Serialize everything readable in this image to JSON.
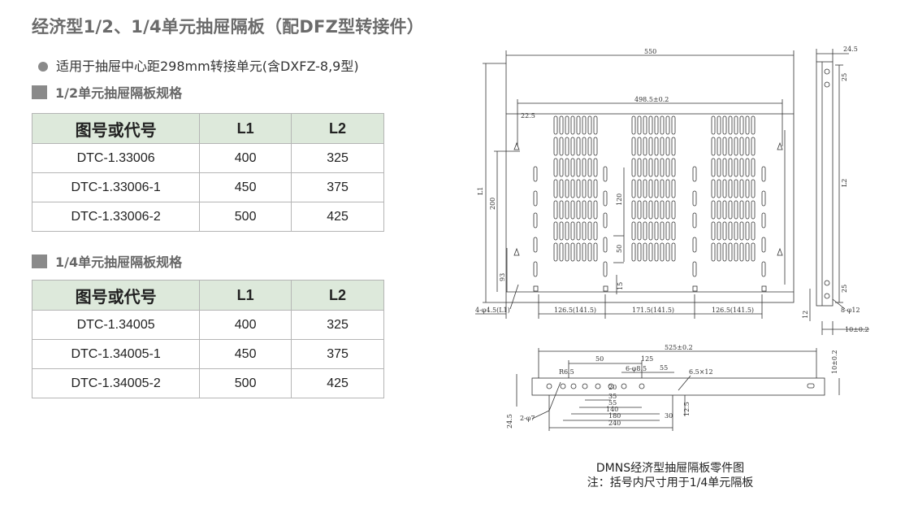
{
  "title": "经济型1/2、1/4单元抽屉隔板（配DFZ型转接件）",
  "bullet": "适用于抽屉中心距298mm转接单元(含DXFZ-8,9型)",
  "table1": {
    "heading": "1/2单元抽屉隔板规格",
    "headers": [
      "图号或代号",
      "L1",
      "L2"
    ],
    "rows": [
      [
        "DTC-1.33006",
        "400",
        "325"
      ],
      [
        "DTC-1.33006-1",
        "450",
        "375"
      ],
      [
        "DTC-1.33006-2",
        "500",
        "425"
      ]
    ]
  },
  "table2": {
    "heading": "1/4单元抽屉隔板规格",
    "headers": [
      "图号或代号",
      "L1",
      "L2"
    ],
    "rows": [
      [
        "DTC-1.34005",
        "400",
        "325"
      ],
      [
        "DTC-1.34005-1",
        "450",
        "375"
      ],
      [
        "DTC-1.34005-2",
        "500",
        "425"
      ]
    ]
  },
  "drawing": {
    "dims": {
      "overall_width": "550",
      "inner_width": "498.5±0.2",
      "left_offset": "22.5",
      "side_width": "24.5",
      "height_l1": "L1",
      "dim_200": "200",
      "dim_93": "93",
      "dim_120": "120",
      "dim_50": "50",
      "dim_15": "15",
      "hole_left": "4-φ4.5(L1)",
      "span1": "126.5(141.5)",
      "span2": "171.5(141.5)",
      "span3": "126.5(141.5)",
      "side_25a": "25",
      "side_l2": "L2",
      "side_25b": "25",
      "side_12": "12",
      "side_holes": "8-φ12",
      "side_10": "10±0.2",
      "bot_525": "525±0.2",
      "bot_125": "125",
      "bot_50": "50",
      "bot_55": "55",
      "bot_holes6": "6-φ8.5",
      "bot_slot": "6.5×12",
      "bot_r": "R6.5",
      "bot_20": "20",
      "bot_35": "35",
      "bot_55b": "55",
      "bot_140": "140",
      "bot_180": "180",
      "bot_240": "240",
      "bot_30": "30",
      "bot_125b": "12.5",
      "bot_2phi": "2-φ7",
      "bot_245": "24.5",
      "bot_10": "10±0.2"
    },
    "caption1": "DMNS经济型抽屉隔板零件图",
    "caption2": "注：括号内尺寸用于1/4单元隔板"
  }
}
